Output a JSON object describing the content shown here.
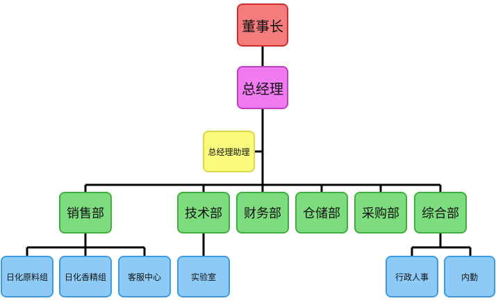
{
  "nodes": {
    "chairman": "董事长",
    "general_manager": "总经理",
    "gm_assistant": "总经理助理",
    "sales": "销售部",
    "tech": "技术部",
    "finance": "财务部",
    "warehouse": "仓储部",
    "purchasing": "采购部",
    "general_affairs": "综合部",
    "daily_raw_material_group": "日化原料组",
    "daily_fragrance_group": "日化香精组",
    "customer_service_center": "客服中心",
    "laboratory": "实验室",
    "admin_hr": "行政人事",
    "logistics": "内勤"
  },
  "colors": {
    "line": "#000000",
    "top_fill": "#f47c7c",
    "gm_fill": "#f07af0",
    "assistant_fill": "#fafa7c",
    "dept_fill": "#7ddc7d",
    "team_fill": "#8ecaf6"
  }
}
